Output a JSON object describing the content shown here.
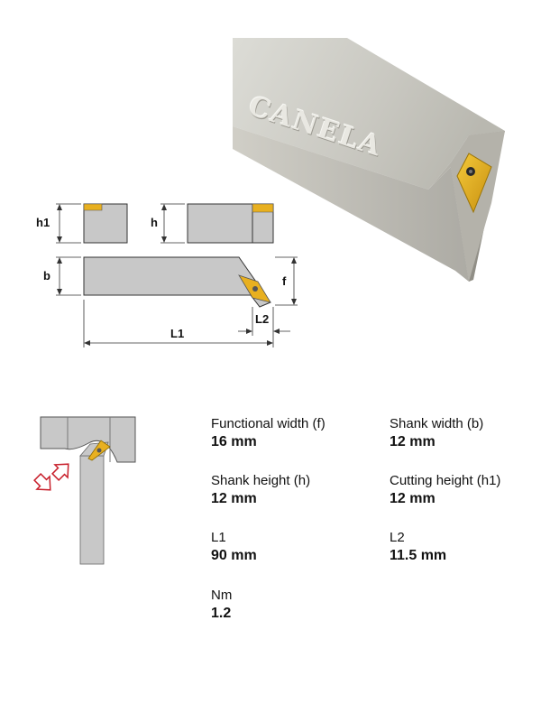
{
  "brand": "CANELA",
  "dimensions": {
    "h1": "h1",
    "h": "h",
    "b": "b",
    "f": "f",
    "L1": "L1",
    "L2": "L2"
  },
  "specs": [
    {
      "label": "Functional width (f)",
      "value": "16 mm"
    },
    {
      "label": "Shank width (b)",
      "value": "12 mm"
    },
    {
      "label": "Shank height (h)",
      "value": "12 mm"
    },
    {
      "label": "Cutting height (h1)",
      "value": "12 mm"
    },
    {
      "label": "L1",
      "value": "90 mm"
    },
    {
      "label": "L2",
      "value": "11.5 mm"
    },
    {
      "label": "Nm",
      "value": "1.2"
    }
  ],
  "colors": {
    "shank_gray": "#c8c8c8",
    "insert_yellow": "#e8b020",
    "arrow_red": "#c8202c"
  }
}
